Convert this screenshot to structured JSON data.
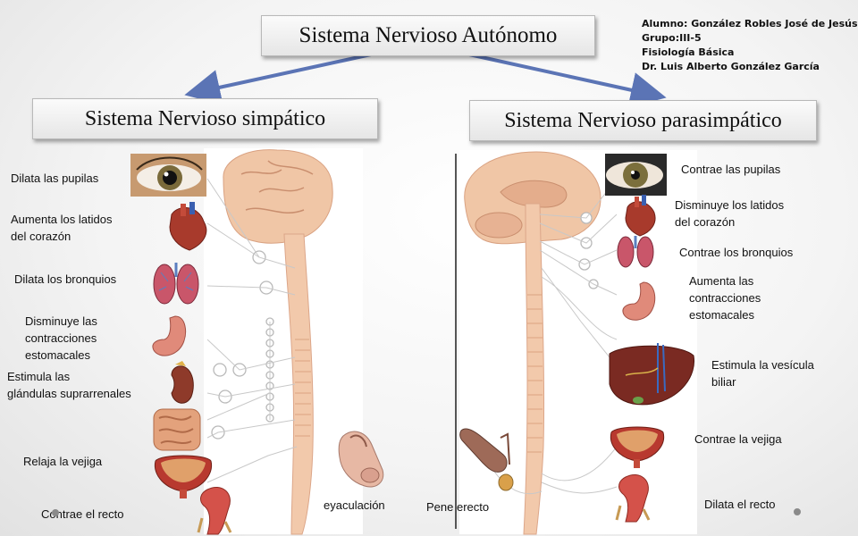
{
  "title": "Sistema Nervioso Autónomo",
  "author": {
    "line1": "Alumno: González Robles José de Jesús",
    "line2": "Grupo:III-5",
    "line3": "Fisiología  Básica",
    "line4": "Dr. Luis Alberto González García"
  },
  "sympathetic": {
    "title": "Sistema Nervioso simpático",
    "effects": [
      "Dilata las pupilas",
      "Aumenta los latidos\ndel corazón",
      "Dilata los bronquios",
      "Disminuye las\ncontracciones\nestomacales",
      "Estimula las\nglándulas suprarrenales",
      "Relaja la vejiga",
      "Contrae el recto"
    ],
    "extra_label": "eyaculación"
  },
  "parasympathetic": {
    "title": "Sistema Nervioso parasimpático",
    "effects": [
      "Contrae las pupilas",
      "Disminuye  los latidos\ndel corazón",
      "Contrae los bronquios",
      "Aumenta  las\ncontracciones\nestomacales",
      "Estimula  la vesícula\n biliar",
      "Contrae la vejiga",
      "Dilata el recto"
    ],
    "extra_label": "Pene erecto"
  },
  "colors": {
    "arrow": "#5b74b5",
    "brain": "#f0c6a6",
    "spine": "#f2c9ab",
    "organ_red": "#b8392f"
  }
}
